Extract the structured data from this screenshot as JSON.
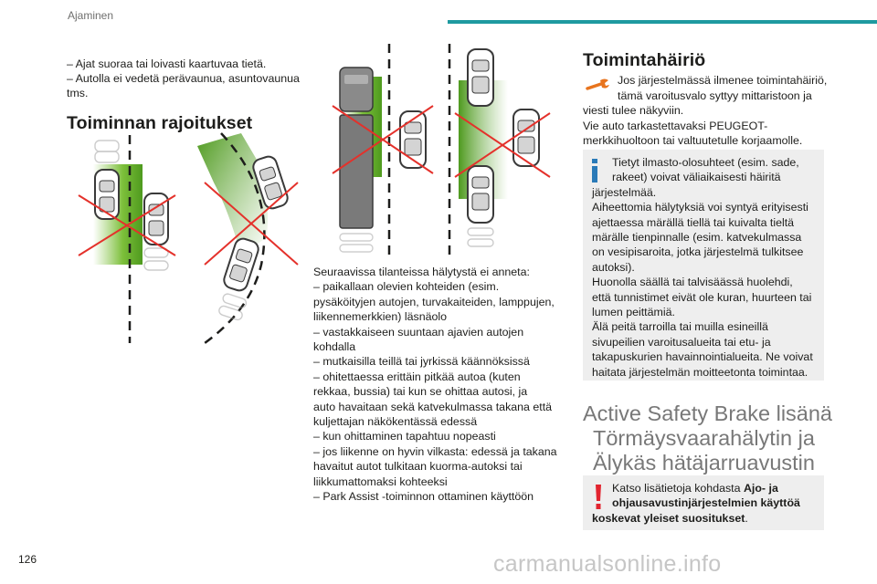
{
  "header": {
    "running_head": "Ajaminen"
  },
  "page_number": "126",
  "watermark": "carmanualsonline.info",
  "col1": {
    "intro_lines": [
      "–  Ajat suoraa tai loivasti kaartuvaa tietä.",
      "–  Autolla ei vedetä perävaunua, asuntovaunua",
      "tms."
    ],
    "heading": "Toiminnan rajoitukset"
  },
  "col2": {
    "lines": [
      "Seuraavissa tilanteissa hälytystä ei anneta:",
      "–  paikallaan olevien kohteiden (esim.",
      "pysäköityjen autojen, turvakaiteiden, lamppujen,",
      "liikennemerkkien) läsnäolo",
      "–  vastakkaiseen suuntaan ajavien autojen",
      "kohdalla",
      "–  mutkaisilla teillä tai jyrkissä käännöksissä",
      "–  ohitettaessa erittäin pitkää autoa (kuten",
      "rekkaa, bussia) tai kun se ohittaa autosi, ja",
      "auto havaitaan sekä katvekulmassa takana että",
      "kuljettajan näkökentässä edessä",
      "–  kun ohittaminen tapahtuu nopeasti",
      "–  jos liikenne on hyvin vilkasta: edessä ja takana",
      "havaitut autot tulkitaan kuorma-autoksi tai",
      "liikkumattomaksi kohteeksi",
      "–  Park Assist -toiminnon ottaminen käyttöön"
    ]
  },
  "col3": {
    "malfunction": {
      "heading": "Toimintahäiriö",
      "icon": "wrench-warning-icon",
      "indented_lines": [
        "Jos järjestelmässä ilmenee toimintahäiriö,",
        "tämä varoitusvalo syttyy mittaristoon ja"
      ],
      "lines": [
        "viesti tulee näkyviin.",
        "Vie auto tarkastettavaksi PEUGEOT-",
        "merkkihuoltoon tai valtuutetulle korjaamolle."
      ]
    },
    "info_box": {
      "icon": "info-icon",
      "indented_lines": [
        "Tietyt ilmasto-olosuhteet (esim. sade,",
        "rakeet) voivat väliaikaisesti häiritä"
      ],
      "lines": [
        "järjestelmää.",
        "Aiheettomia hälytyksiä voi syntyä erityisesti",
        "ajettaessa märällä tiellä tai kuivalta tieltä",
        "märälle tienpinnalle (esim. katvekulmassa",
        "on vesipisaroita, jotka järjestelmä tulkitsee",
        "autoksi).",
        "Huonolla säällä tai talvisäässä huolehdi,",
        "että tunnistimet eivät ole kuran, huurteen tai",
        "lumen peittämiä.",
        "Älä peitä tarroilla tai muilla esineillä",
        "sivupeilien varoitusalueita tai etu- ja",
        "takapuskurien havainnointialueita. Ne voivat",
        "haitata järjestelmän moitteetonta toimintaa."
      ]
    },
    "active_safety": {
      "title_lines": [
        "Active Safety Brake lisänä",
        "Törmäysvaarahälytin ja",
        "Älykäs hätäjarruavustin"
      ]
    },
    "warning_box": {
      "icon": "exclamation-icon",
      "line1": "Katso lisätietoja kohdasta ",
      "line1_bold": "Ajo- ja",
      "line2_bold": "ohjausavustinjärjestelmien käyttöä",
      "line3_bold": "koskevat yleiset suositukset",
      "line3_end": "."
    }
  },
  "colors": {
    "accent_teal": "#1e9aa0",
    "warning_orange": "#e8741e",
    "info_blue": "#2a7ab8",
    "warning_red": "#e2242f",
    "zone_green": "#56a81e",
    "cross_red": "#e4312b",
    "callout_grey": "#eeeeee",
    "title_grey": "#787878"
  }
}
